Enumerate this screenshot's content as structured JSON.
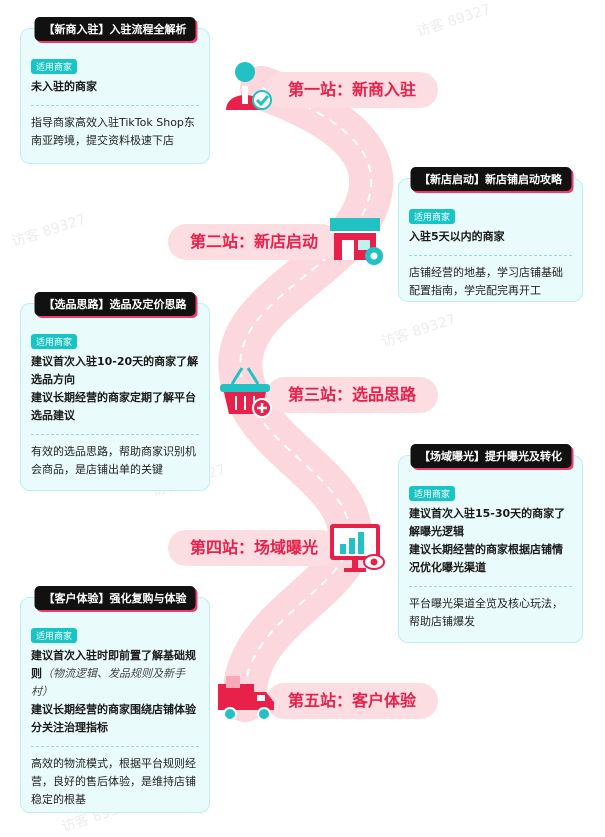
{
  "watermark": "访客 89327",
  "stations": [
    {
      "label": "第一站：新商入驻",
      "icon": "business-person-icon"
    },
    {
      "label": "第二站：新店启动",
      "icon": "storefront-gear-icon"
    },
    {
      "label": "第三站：选品思路",
      "icon": "shopping-basket-plus-icon"
    },
    {
      "label": "第四站：场域曝光",
      "icon": "monitor-chart-eye-icon"
    },
    {
      "label": "第五站：客户体验",
      "icon": "delivery-truck-icon"
    }
  ],
  "cards": [
    {
      "title": "【新商入驻】入驻流程全解析",
      "tag": "适用商家",
      "targets": [
        "未入驻的商家"
      ],
      "desc": "指导商家高效入驻TikTok Shop东南亚跨境，提交资料极速下店"
    },
    {
      "title": "【新店启动】新店铺启动攻略",
      "tag": "适用商家",
      "targets": [
        "入驻5天以内的商家"
      ],
      "desc": "店铺经营的地基，学习店铺基础配置指南，学完配完再开工"
    },
    {
      "title": "【选品思路】选品及定价思路",
      "tag": "适用商家",
      "targets": [
        "建议首次入驻10-20天的商家了解选品方向",
        "建议长期经营的商家定期了解平台选品建议"
      ],
      "desc": "有效的选品思路，帮助商家识别机会商品，是店铺出单的关键"
    },
    {
      "title": "【场域曝光】提升曝光及转化",
      "tag": "适用商家",
      "targets": [
        "建议首次入驻15-30天的商家了解曝光逻辑",
        "建议长期经营的商家根据店铺情况优化曝光渠道"
      ],
      "desc": "平台曝光渠道全览及核心玩法，帮助店铺爆发"
    },
    {
      "title": "【客户体验】强化复购与体验",
      "tag": "适用商家",
      "targets": [
        "建议首次入驻时即前置了解基础规则",
        "建议长期经营的商家围绕店铺体验分关注治理指标"
      ],
      "target_note": "（物流逻辑、发品规则及新手村）",
      "desc": "高效的物流模式，根据平台规则经营，良好的售后体验，是维持店铺稳定的根基"
    }
  ],
  "colors": {
    "accent": "#e8214b",
    "road": "#fcd7dd",
    "card_bg": "#eafbfb",
    "tag": "#19c4c4"
  }
}
